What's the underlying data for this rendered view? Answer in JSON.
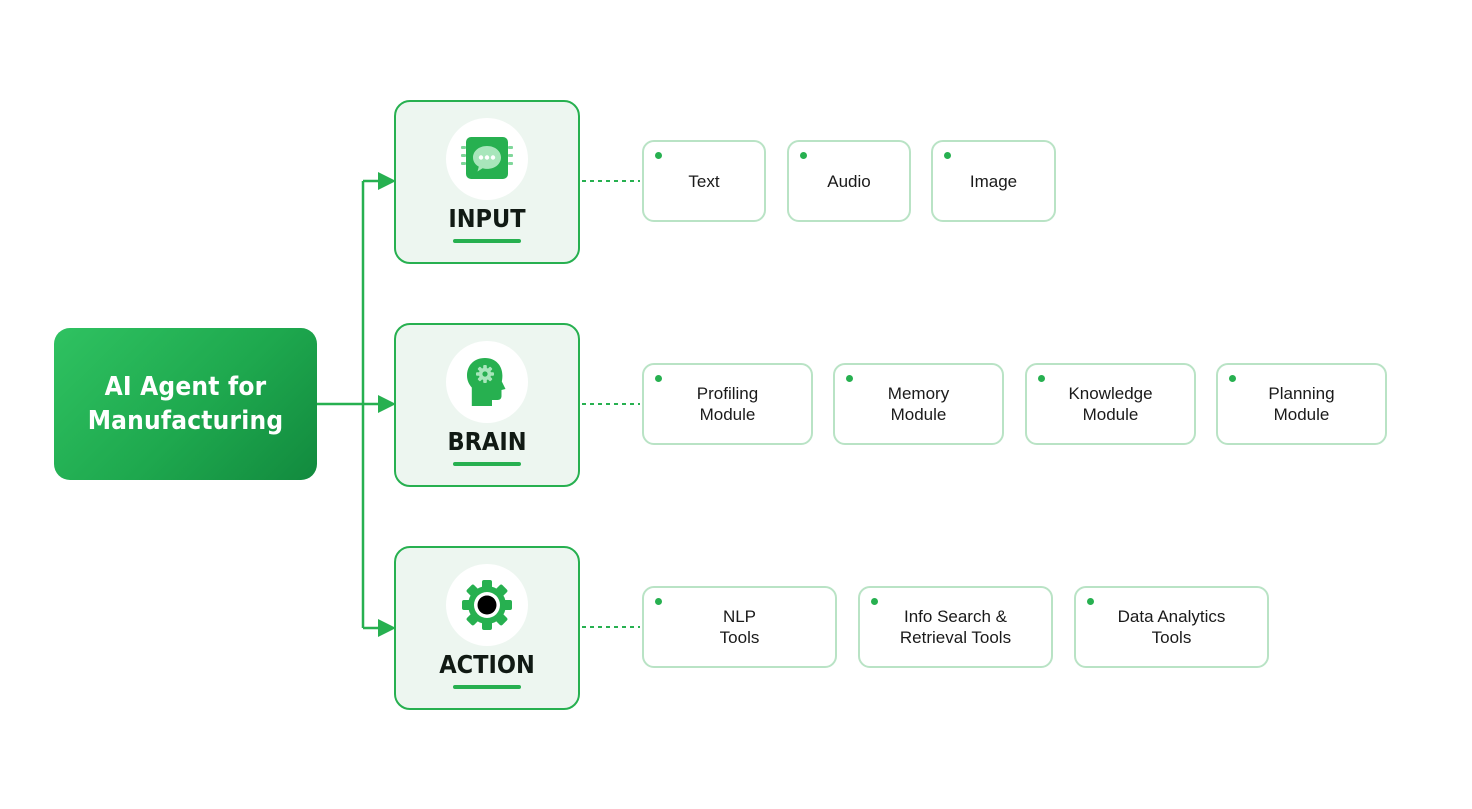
{
  "diagram": {
    "root": {
      "title": "AI Agent for\nManufacturing"
    },
    "categories": [
      {
        "label": "INPUT",
        "icon": "chat-chip-icon",
        "items": [
          {
            "label": "Text"
          },
          {
            "label": "Audio"
          },
          {
            "label": "Image"
          }
        ]
      },
      {
        "label": "BRAIN",
        "icon": "head-gear-icon",
        "items": [
          {
            "label": "Profiling\nModule"
          },
          {
            "label": "Memory\nModule"
          },
          {
            "label": "Knowledge\nModule"
          },
          {
            "label": "Planning\nModule"
          }
        ]
      },
      {
        "label": "ACTION",
        "icon": "gear-icon",
        "items": [
          {
            "label": "NLP\nTools"
          },
          {
            "label": "Info Search &\nRetrieval Tools"
          },
          {
            "label": "Data Analytics\nTools"
          }
        ]
      }
    ],
    "colors": {
      "accent": "#27b050",
      "accent_dark": "#128a3e",
      "category_fill": "#edf6f0",
      "item_border": "#b9e3c5",
      "text_dark": "#111a14"
    }
  }
}
